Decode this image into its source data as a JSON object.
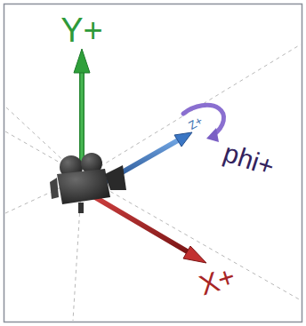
{
  "diagram": {
    "labels": [
      "Y+",
      "Z+",
      "phi+",
      "X+"
    ]
  }
}
